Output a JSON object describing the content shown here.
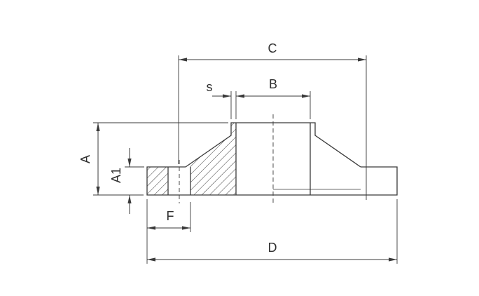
{
  "page": {
    "background": "#ffffff"
  },
  "drawing": {
    "line_color": "#3a3a3a",
    "labels": {
      "a": "A",
      "a1": "A1",
      "b": "B",
      "c": "C",
      "d": "D",
      "f": "F",
      "s": "s"
    }
  }
}
